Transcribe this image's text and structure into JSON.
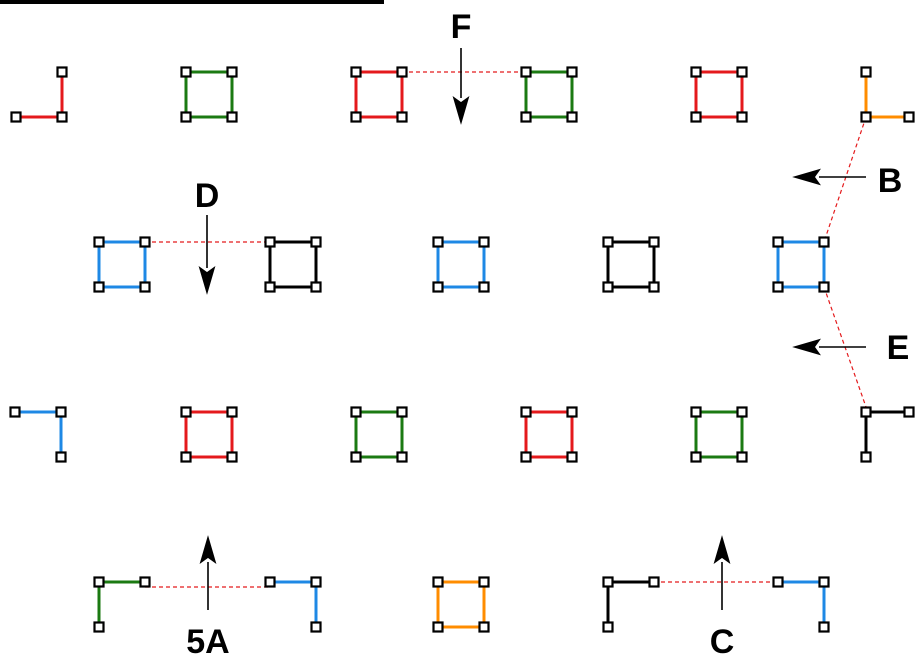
{
  "header": {
    "text": ""
  },
  "colors": {
    "red": "#e41a1c",
    "green": "#1b7a12",
    "blue": "#1e88e5",
    "black": "#000000",
    "orange": "#ff8c00",
    "link": "#e41a1c",
    "background": "#ffffff"
  },
  "labels": {
    "F": "F",
    "D": "D",
    "B": "B",
    "E": "E",
    "A5": "5A",
    "C": "C"
  },
  "plaquettes": [
    {
      "id": "r1-1",
      "shape": "corner-bl",
      "color": "red"
    },
    {
      "id": "r1-2",
      "shape": "square",
      "color": "green"
    },
    {
      "id": "r1-3",
      "shape": "square",
      "color": "red"
    },
    {
      "id": "r1-4",
      "shape": "square",
      "color": "green"
    },
    {
      "id": "r1-5",
      "shape": "square",
      "color": "red"
    },
    {
      "id": "r1-6",
      "shape": "corner-tr-partial",
      "color": "orange"
    },
    {
      "id": "r2-1",
      "shape": "square",
      "color": "blue"
    },
    {
      "id": "r2-2",
      "shape": "square",
      "color": "black"
    },
    {
      "id": "r2-3",
      "shape": "square",
      "color": "blue"
    },
    {
      "id": "r2-4",
      "shape": "square",
      "color": "black"
    },
    {
      "id": "r2-5",
      "shape": "square",
      "color": "blue"
    },
    {
      "id": "r3-1",
      "shape": "corner-tr",
      "color": "blue"
    },
    {
      "id": "r3-2",
      "shape": "square",
      "color": "red"
    },
    {
      "id": "r3-3",
      "shape": "square",
      "color": "green"
    },
    {
      "id": "r3-4",
      "shape": "square",
      "color": "red"
    },
    {
      "id": "r3-5",
      "shape": "square",
      "color": "green"
    },
    {
      "id": "r3-6",
      "shape": "corner-tl",
      "color": "black"
    },
    {
      "id": "r4-1",
      "shape": "corner-tl",
      "color": "green"
    },
    {
      "id": "r4-2",
      "shape": "corner-tr",
      "color": "blue"
    },
    {
      "id": "r4-3",
      "shape": "square",
      "color": "orange"
    },
    {
      "id": "r4-4",
      "shape": "corner-tl",
      "color": "black"
    },
    {
      "id": "r4-5",
      "shape": "corner-tr",
      "color": "blue"
    }
  ]
}
